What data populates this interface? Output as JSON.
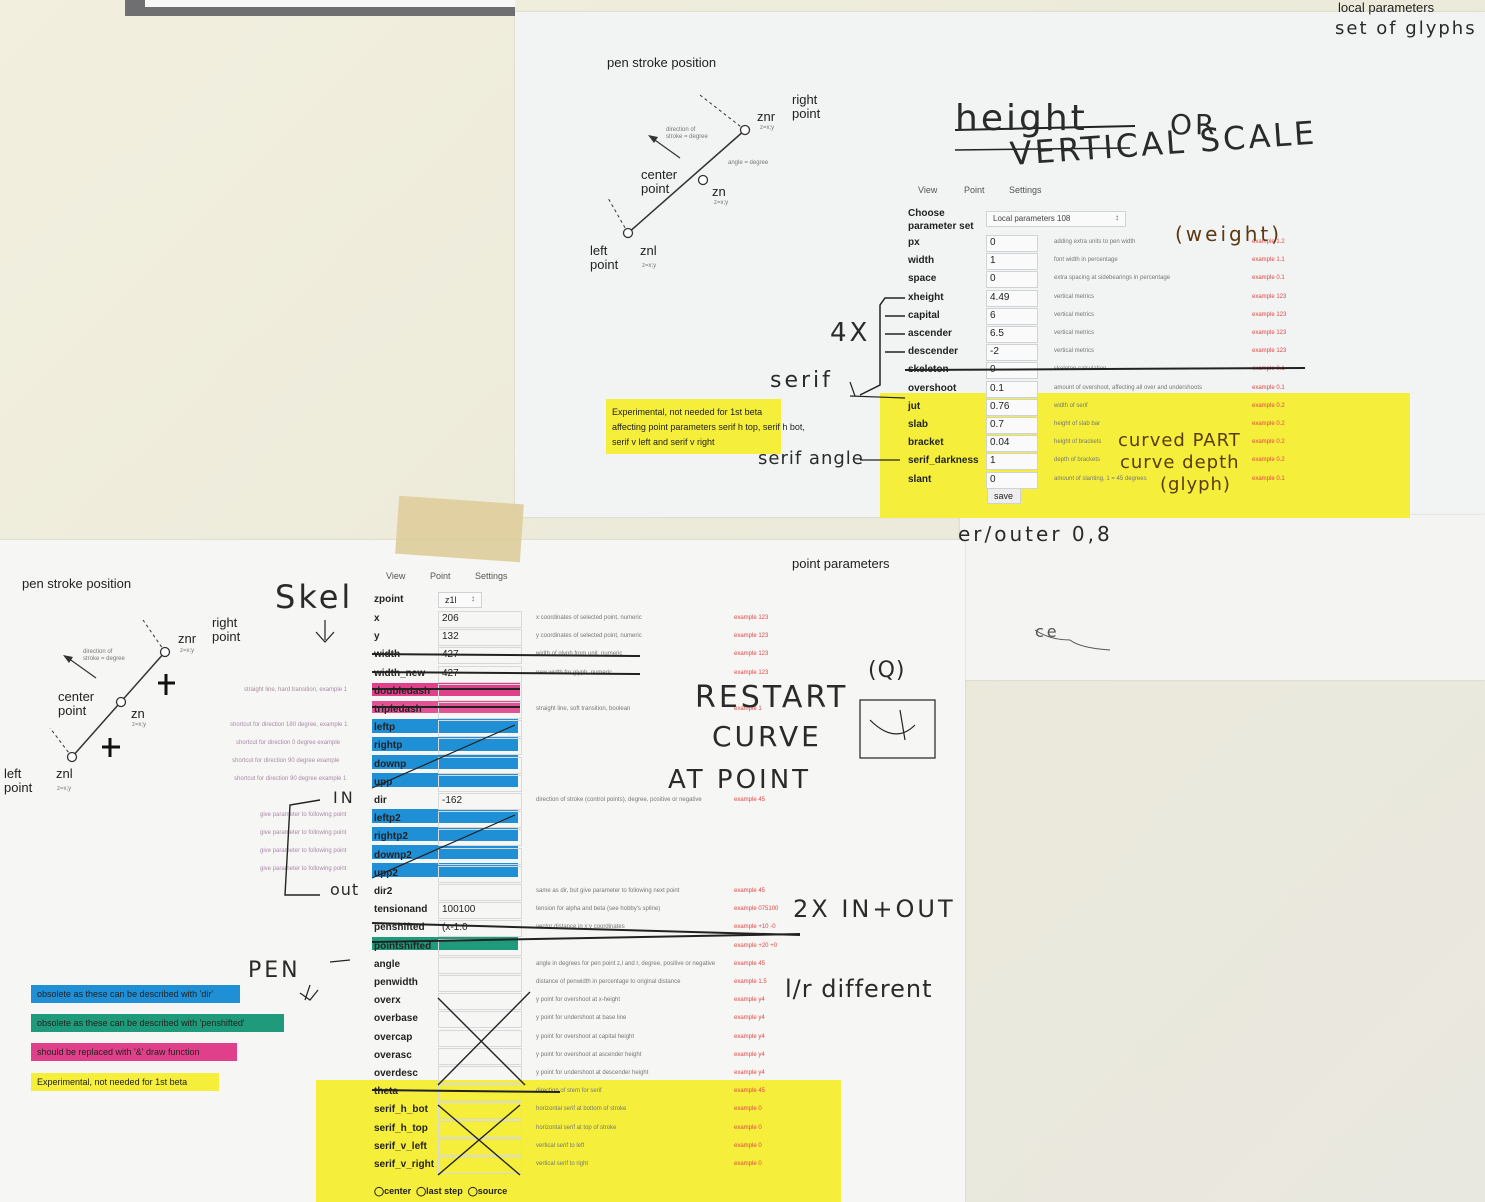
{
  "top_paper": {
    "title": "pen stroke position",
    "corner_label": "local parameters",
    "corner_handwritten": "set of glyphs",
    "diagram": {
      "right_point": [
        "right",
        "point"
      ],
      "center_point": [
        "center",
        "point"
      ],
      "left_point": [
        "left",
        "point"
      ],
      "znr": "znr",
      "zn": "zn",
      "znl": "znl",
      "xy_note": "z=x;y",
      "direction_note": [
        "direction of",
        "stroke = degree"
      ],
      "angle_note": "angle = degree"
    },
    "tabs": [
      "View",
      "Point",
      "Settings"
    ],
    "choose_label": [
      "Choose",
      "parameter set"
    ],
    "param_set_value": "Local parameters 108",
    "rows": [
      {
        "label": "px",
        "value": "0",
        "desc": "adding extra units to pen width",
        "example": "example 1.2"
      },
      {
        "label": "width",
        "value": "1",
        "desc": "font width in percentage",
        "example": "example 1.1"
      },
      {
        "label": "space",
        "value": "0",
        "desc": "extra spacing at sidebearings in percentage",
        "example": "example 0.1"
      },
      {
        "label": "xheight",
        "value": "4.49",
        "desc": "vertical metrics",
        "example": "example 123"
      },
      {
        "label": "capital",
        "value": "6",
        "desc": "vertical metrics",
        "example": "example 123"
      },
      {
        "label": "ascender",
        "value": "6.5",
        "desc": "vertical metrics",
        "example": "example 123"
      },
      {
        "label": "descender",
        "value": "-2",
        "desc": "vertical metrics",
        "example": "example 123"
      },
      {
        "label": "skeleton",
        "value": "0",
        "desc": "skeleton calculation",
        "example": "example 0.1"
      },
      {
        "label": "overshoot",
        "value": "0.1",
        "desc": "amount of overshoot, affecting all over and undershoots",
        "example": "example 0.1"
      },
      {
        "label": "jut",
        "value": "0.76",
        "desc": "width of serif",
        "example": "example 0.2"
      },
      {
        "label": "slab",
        "value": "0.7",
        "desc": "height of slab bar",
        "example": "example 0.2"
      },
      {
        "label": "bracket",
        "value": "0.04",
        "desc": "height of brackets",
        "example": "example 0.2"
      },
      {
        "label": "serif_darkness",
        "value": "1",
        "desc": "depth of brackets",
        "example": "example 0.2"
      },
      {
        "label": "slant",
        "value": "0",
        "desc": "amount of slanting, 1 = 45 degrees",
        "example": "example 0.1"
      }
    ],
    "save": "save",
    "experimental_note": [
      "Experimental, not needed for 1st beta",
      "affecting point parameters serif h top, serif h bot,",
      "serif v left and serif v right"
    ],
    "handwriting": {
      "height": "height",
      "or": "OR",
      "vertical_scale": "VERTICAL SCALE",
      "weight": "(weight)",
      "four_x": "4X",
      "serif": "serif",
      "serif_angle": "serif angle",
      "curved_part": "curved PART",
      "curve_depth": "curve depth",
      "glyph": "(glyph)",
      "inner_outer": "er/outer 0,8",
      "scribble": "ce"
    }
  },
  "bottom_paper": {
    "title": "point parameters",
    "tabs": [
      "View",
      "Point",
      "Settings"
    ],
    "zpoint_label": "zpoint",
    "zpoint_value": "z1l",
    "diagram": {
      "title": "pen stroke position",
      "right_point": [
        "right",
        "point"
      ],
      "center_point": [
        "center",
        "point"
      ],
      "left_point": [
        "left",
        "point"
      ],
      "znr": "znr",
      "zn": "zn",
      "znl": "znl",
      "xy_note": "z=x;y",
      "direction_note": [
        "direction of",
        "stroke = degree"
      ]
    },
    "rows": [
      {
        "label": "x",
        "value": "206",
        "desc": "x coordinates of selected point, numeric",
        "example": "example 123"
      },
      {
        "label": "y",
        "value": "132",
        "desc": "y coordinates of selected point, numeric",
        "example": "example 123"
      },
      {
        "label": "width",
        "value": "427",
        "desc": "width of glyph from unit, numeric",
        "example": "example 123"
      },
      {
        "label": "width_new",
        "value": "427",
        "desc": "new width for glyph, numeric",
        "example": "example 123"
      },
      {
        "label": "doubledash",
        "value": "",
        "desc": "",
        "example": ""
      },
      {
        "label": "tripledash",
        "value": "",
        "desc": "straight line, soft transition, boolean",
        "example": "example 1"
      },
      {
        "label": "leftp",
        "value": "",
        "desc": "",
        "example": ""
      },
      {
        "label": "rightp",
        "value": "",
        "desc": "",
        "example": ""
      },
      {
        "label": "downp",
        "value": "",
        "desc": "",
        "example": ""
      },
      {
        "label": "upp",
        "value": "",
        "desc": "",
        "example": ""
      },
      {
        "label": "dir",
        "value": "-162",
        "desc": "direction of stroke (control points), degree, positive or negative",
        "example": "example 45"
      },
      {
        "label": "leftp2",
        "value": "",
        "desc": "",
        "example": ""
      },
      {
        "label": "rightp2",
        "value": "",
        "desc": "",
        "example": ""
      },
      {
        "label": "downp2",
        "value": "",
        "desc": "",
        "example": ""
      },
      {
        "label": "upp2",
        "value": "",
        "desc": "",
        "example": ""
      },
      {
        "label": "dir2",
        "value": "",
        "desc": "same as dir, but give parameter to following next point",
        "example": "example 45"
      },
      {
        "label": "tensionand",
        "value": "100100",
        "desc": "tension for alpha and beta (see hobby's spline)",
        "example": "example 075100"
      },
      {
        "label": "penshifted",
        "value": "(x-1.0",
        "desc": "vector distance in x;y coordinates",
        "example": "example +10 -0"
      },
      {
        "label": "pointshifted",
        "value": "",
        "desc": "",
        "example": "example +20 +0"
      },
      {
        "label": "angle",
        "value": "",
        "desc": "angle in degrees for pen point z,l and r, degree, positive or negative",
        "example": "example 45"
      },
      {
        "label": "penwidth",
        "value": "",
        "desc": "distance of penwidth in percentage to original distance",
        "example": "example 1.5"
      },
      {
        "label": "overx",
        "value": "",
        "desc": "y point for overshoot at x-height",
        "example": "example y4"
      },
      {
        "label": "overbase",
        "value": "",
        "desc": "y point for undershoot at base line",
        "example": "example y4"
      },
      {
        "label": "overcap",
        "value": "",
        "desc": "y point for overshoot at capital height",
        "example": "example y4"
      },
      {
        "label": "overasc",
        "value": "",
        "desc": "y point for overshoot at ascender height",
        "example": "example y4"
      },
      {
        "label": "overdesc",
        "value": "",
        "desc": "y point for undershoot at descender height",
        "example": "example y4"
      },
      {
        "label": "theta",
        "value": "",
        "desc": "direction of stem for serif",
        "example": "example 45"
      },
      {
        "label": "serif_h_bot",
        "value": "",
        "desc": "horizontal serif at bottom of stroke",
        "example": "example 0"
      },
      {
        "label": "serif_h_top",
        "value": "",
        "desc": "horizontal serif at top of stroke",
        "example": "example 0"
      },
      {
        "label": "serif_v_left",
        "value": "",
        "desc": "vertical serif to left",
        "example": "example 0"
      },
      {
        "label": "serif_v_right",
        "value": "",
        "desc": "vertical serif to right",
        "example": "example 0"
      }
    ],
    "bottom_controls": [
      "center",
      "last step",
      "source"
    ],
    "side_notes": [
      "straight line, hard transition, example 1",
      "shortcut for direction 180 degree, example 1",
      "shortcut for direction 0 degree example",
      "shortcut for direction 90 degree example",
      "shortcut for direction 90 degree example 1",
      "give parameter to following point",
      "give parameter to following point",
      "give parameter to following point",
      "give parameter to following point"
    ],
    "legend": [
      {
        "text": "obsolete as these can be described with 'dir'",
        "color": "#1f8fd6"
      },
      {
        "text": "obsolete as these can be described with 'penshifted'",
        "color": "#1f9a7a"
      },
      {
        "text": "should be replaced with '&' draw function",
        "color": "#e0408a"
      },
      {
        "text": "Experimental, not needed for 1st beta",
        "color": "#f5ee3a"
      }
    ],
    "handwriting": {
      "skel": "Skel",
      "in": "IN",
      "out": "out",
      "pen": "PEN",
      "restart": "RESTART",
      "curve": "CURVE",
      "at_point": "AT POINT",
      "two_x": "2X IN+OUT",
      "l_r_different": "l/r different",
      "q": "(Q)"
    }
  }
}
